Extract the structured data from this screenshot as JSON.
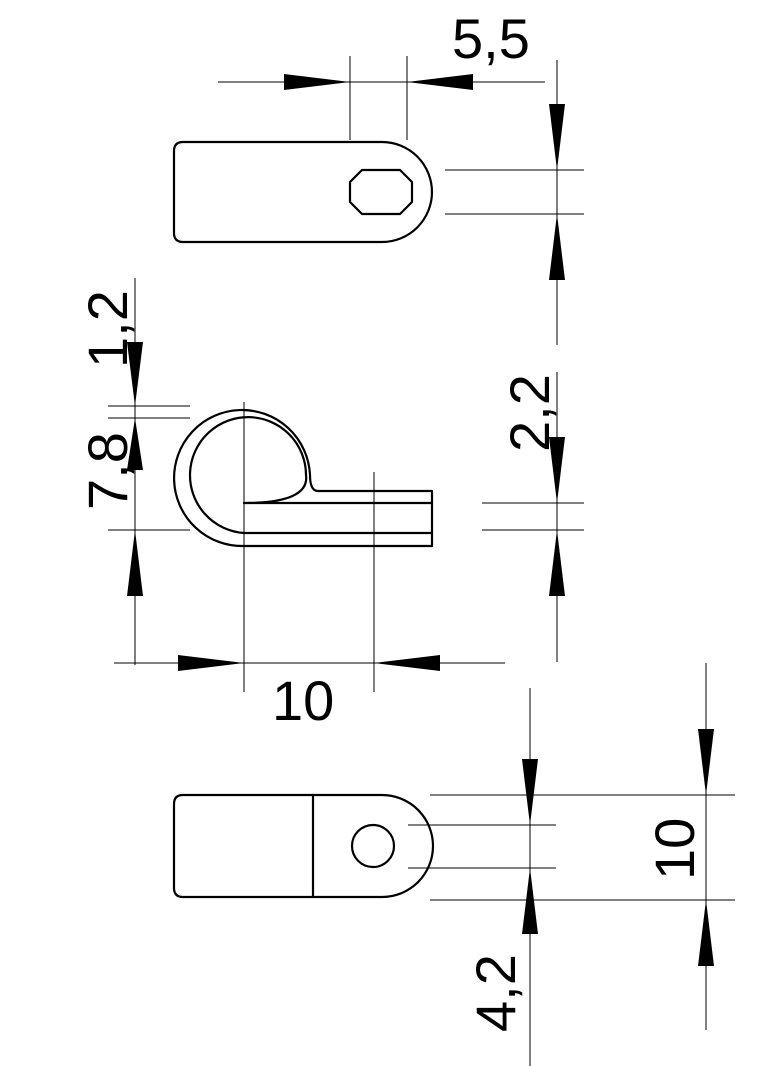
{
  "dimensions": {
    "top_width": "5,5",
    "top_height": "2,2",
    "side_thickness": "1,2",
    "side_height": "7,8",
    "side_length": "10",
    "bottom_hole": "4,2",
    "bottom_height": "10"
  },
  "colors": {
    "line": "#000000",
    "background": "#ffffff"
  }
}
